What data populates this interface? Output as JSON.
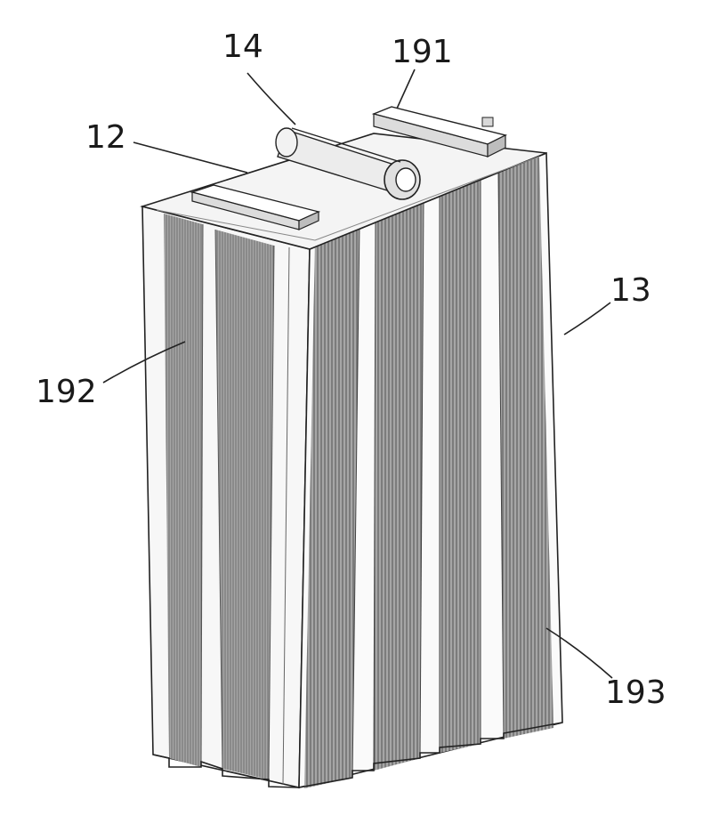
{
  "figure": {
    "labels": {
      "ref_14": "14",
      "ref_191": "191",
      "ref_12": "12",
      "ref_13": "13",
      "ref_192": "192",
      "ref_193": "193"
    },
    "colors": {
      "outline": "#222222",
      "stripe_dark": "#8a8a8a",
      "stripe_light": "#ffffff",
      "top_face": "#f4f4f4"
    }
  }
}
